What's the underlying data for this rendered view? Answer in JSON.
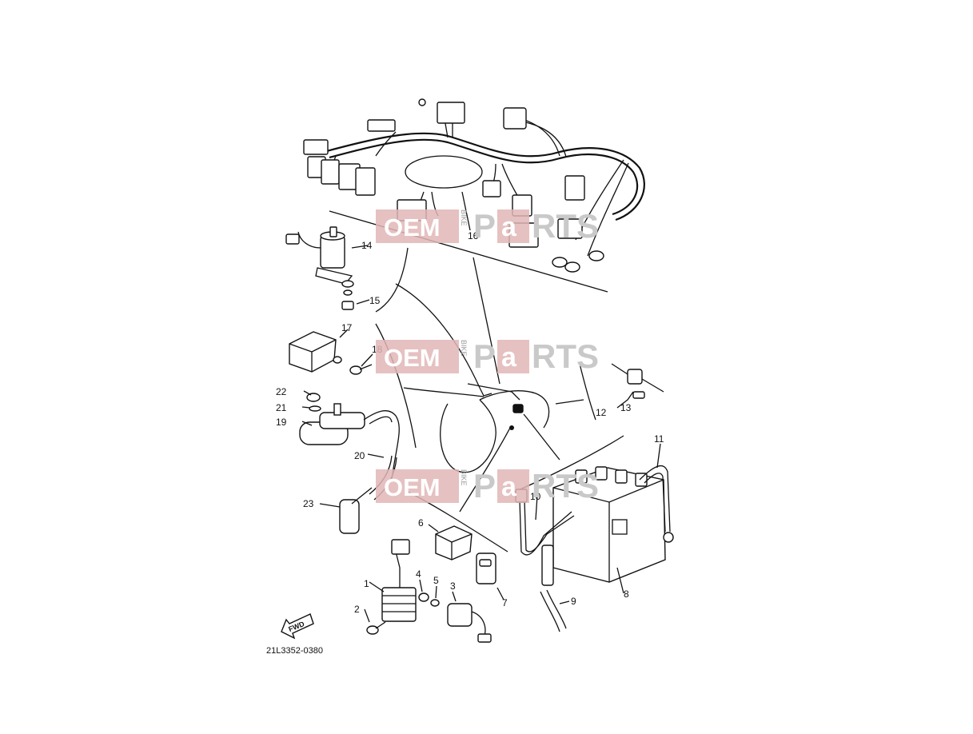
{
  "diagram": {
    "code": "21L3352-0380",
    "fwd_label": "FWD",
    "watermark": {
      "oem": "OEM",
      "bike": "BIKE",
      "p": "P",
      "a": "a",
      "rts": "RTS"
    },
    "callouts": {
      "c1": "1",
      "c2": "2",
      "c3": "3",
      "c4": "4",
      "c5": "5",
      "c6": "6",
      "c7": "7",
      "c8": "8",
      "c9": "9",
      "c10": "10",
      "c11": "11",
      "c12": "12",
      "c13": "13",
      "c14": "14",
      "c15": "15",
      "c16": "16",
      "c17": "17",
      "c18": "18",
      "c19": "19",
      "c20": "20",
      "c21": "21",
      "c22": "22",
      "c23": "23"
    }
  }
}
